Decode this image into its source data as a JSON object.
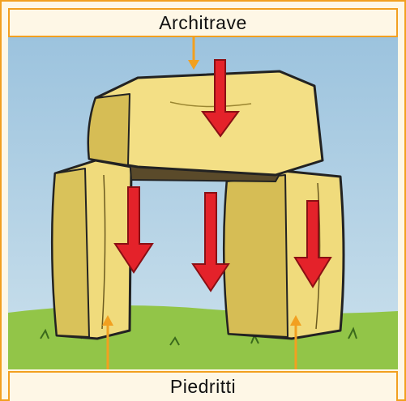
{
  "labels": {
    "top": "Architrave",
    "bottom": "Piedritti"
  },
  "colors": {
    "border": "#f2a020",
    "label_bg": "#fef7e6",
    "sky": "#a7cbe3",
    "grass": "#92c548",
    "stone": "#f0db7c",
    "stone_shadow": "#d6bd55",
    "load_arrow": "#e4222a",
    "pointer_arrow": "#f2a020"
  },
  "icons": {
    "load_arrow": "red-down-arrow",
    "pointer": "orange-pointer-arrow"
  }
}
